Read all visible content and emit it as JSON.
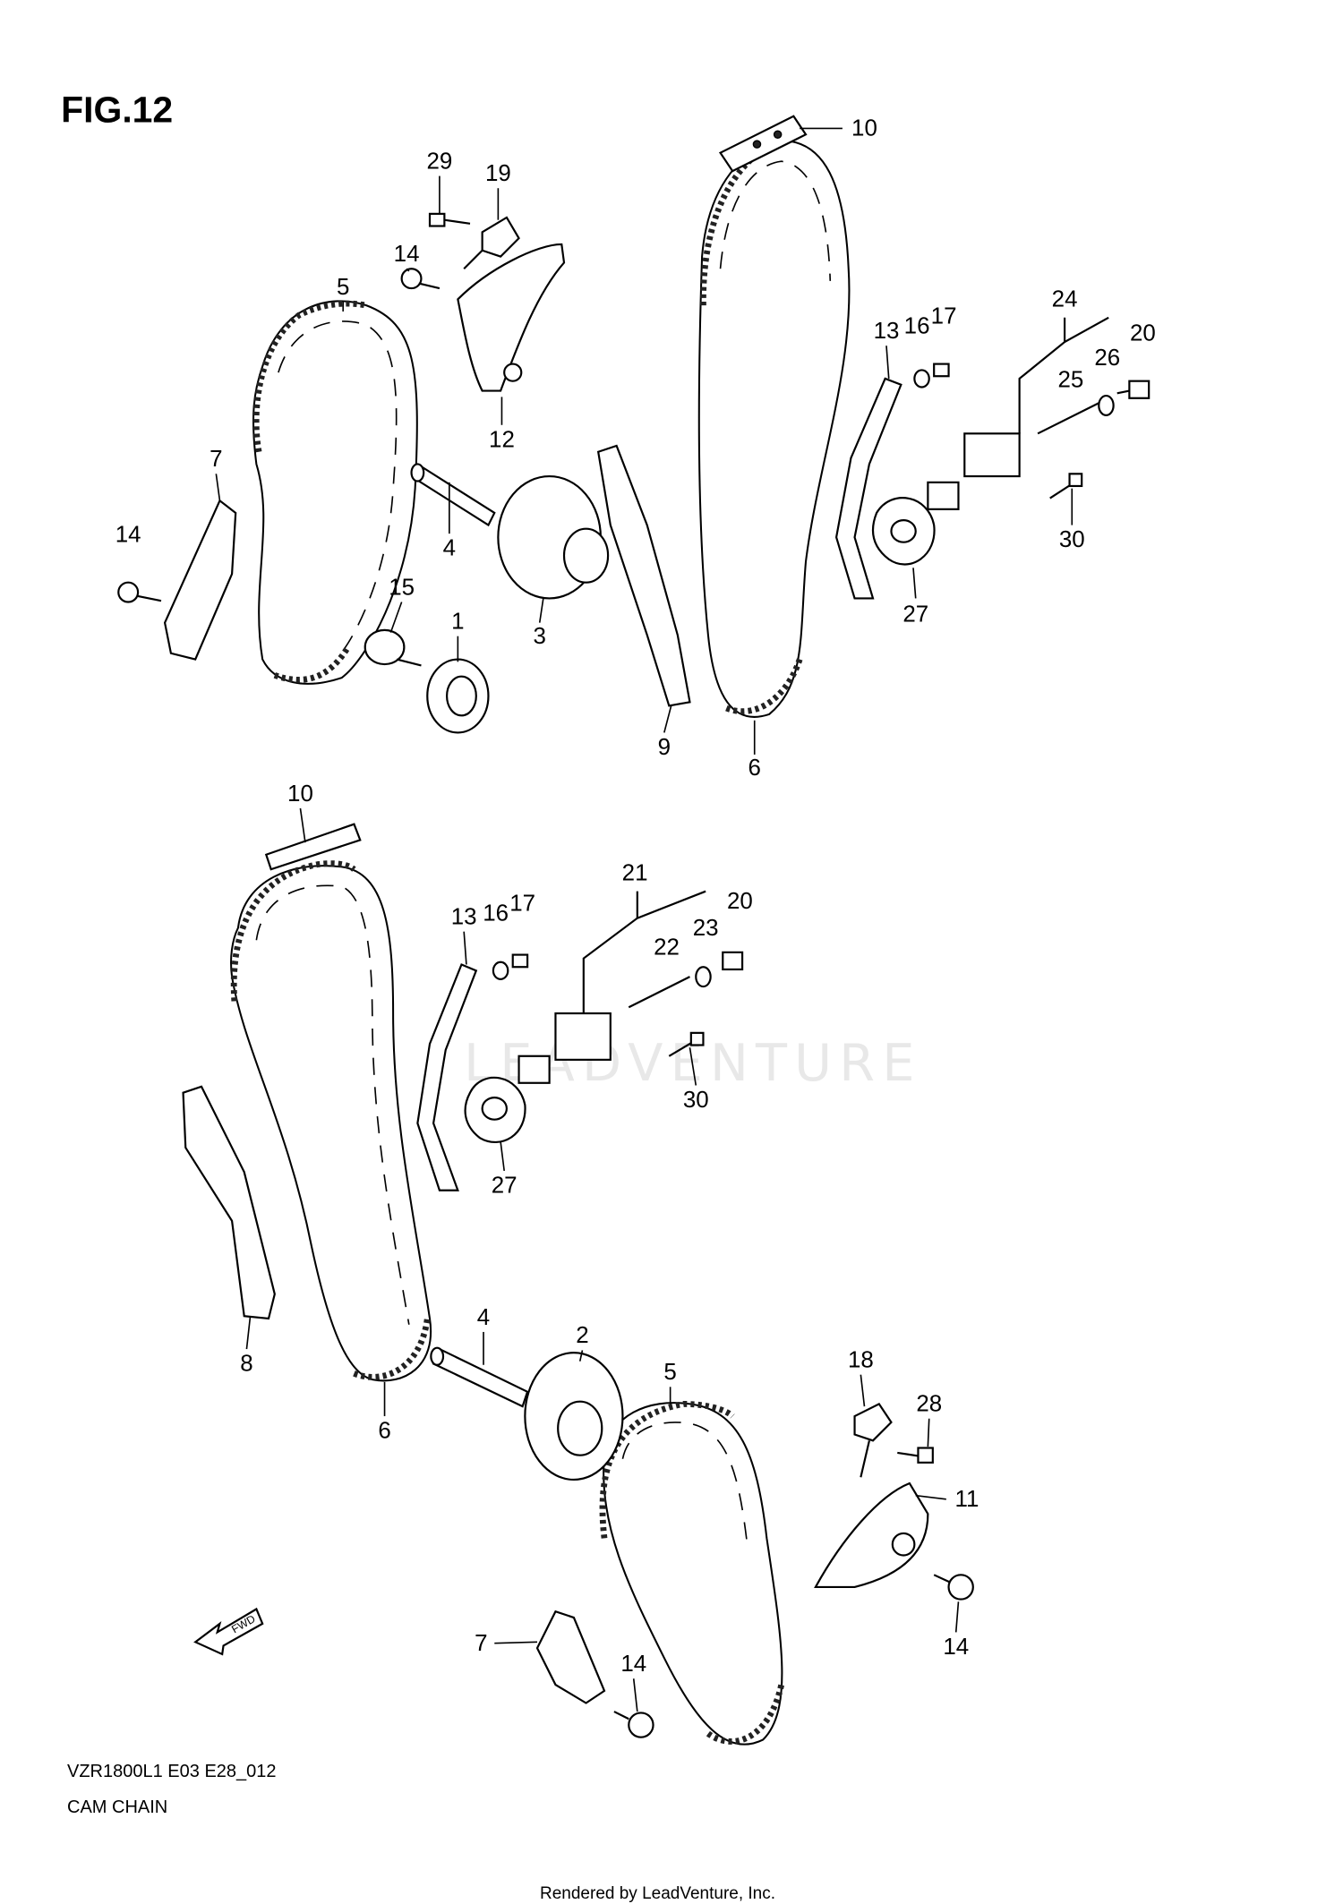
{
  "figure": {
    "title": "FIG.12",
    "model_code": "VZR1800L1 E03 E28_012",
    "section_name": "CAM CHAIN",
    "credit": "Rendered by LeadVenture, Inc.",
    "watermark": "LEADVENTURE",
    "direction_marker": "FWD"
  },
  "callouts_top": [
    "29",
    "19",
    "14",
    "5",
    "12",
    "7",
    "14",
    "4",
    "15",
    "1",
    "3",
    "10",
    "13",
    "16",
    "17",
    "24",
    "20",
    "26",
    "25",
    "30",
    "27",
    "9",
    "6"
  ],
  "callouts_bottom": [
    "10",
    "21",
    "13",
    "16",
    "17",
    "20",
    "22",
    "23",
    "30",
    "27",
    "8",
    "4",
    "2",
    "5",
    "6",
    "18",
    "28",
    "11",
    "14",
    "7",
    "14"
  ]
}
